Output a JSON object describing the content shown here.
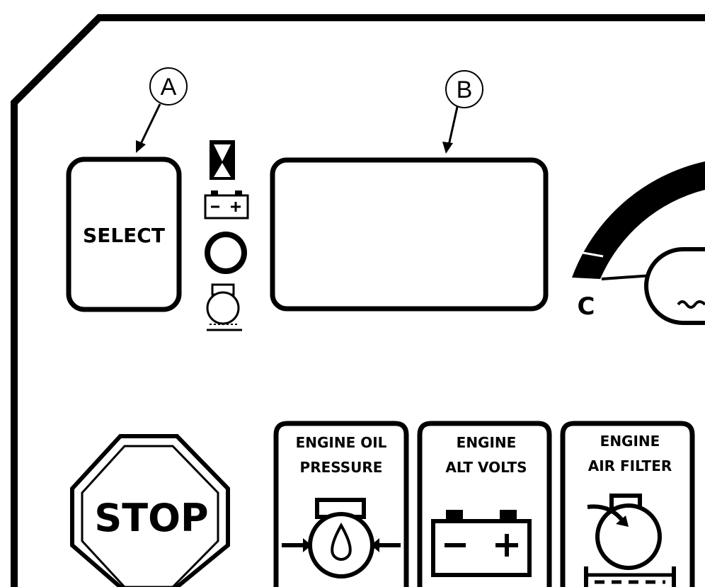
{
  "callouts": {
    "a": "A",
    "b": "B"
  },
  "select_button": {
    "label": "SELECT"
  },
  "status_icons": [
    "hourglass-icon",
    "battery-icon",
    "gear-icon",
    "engine-icon"
  ],
  "temp_gauge": {
    "cold_label": "C"
  },
  "stop_button": {
    "label": "STOP"
  },
  "indicators": [
    {
      "line1": "ENGINE OIL",
      "line2": "PRESSURE",
      "icon": "oil-pressure-icon"
    },
    {
      "line1": "ENGINE",
      "line2": "ALT VOLTS",
      "icon": "battery-icon"
    },
    {
      "line1": "ENGINE",
      "line2": "AIR FILTER",
      "icon": "air-filter-icon"
    }
  ],
  "colors": {
    "ink": "#000000",
    "panel": "#ffffff"
  }
}
